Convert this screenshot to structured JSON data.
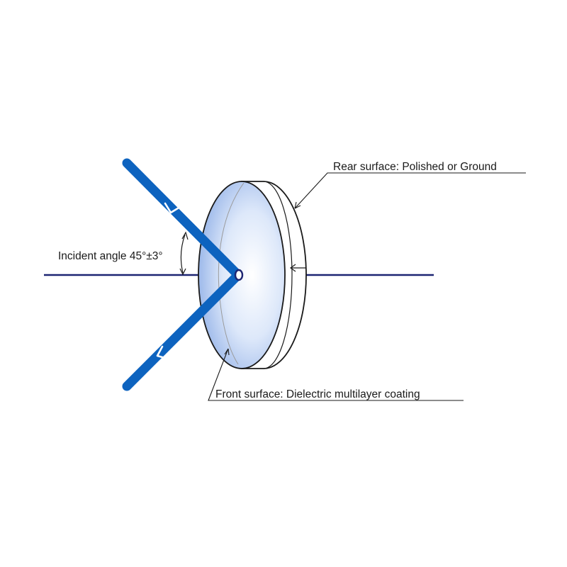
{
  "labels": {
    "rear_surface": "Rear surface: Polished or Ground",
    "front_surface": "Front surface: Dielectric multilayer coating",
    "incident_angle": "Incident angle 45°±3°"
  },
  "colors": {
    "beam": "#0d63bf",
    "axis": "#1c2472",
    "leader": "#1a1a1a",
    "mirror_edge": "#1a1a1a",
    "mirror_face_center": "#ffffff",
    "mirror_face_edge": "#9db9ea"
  }
}
